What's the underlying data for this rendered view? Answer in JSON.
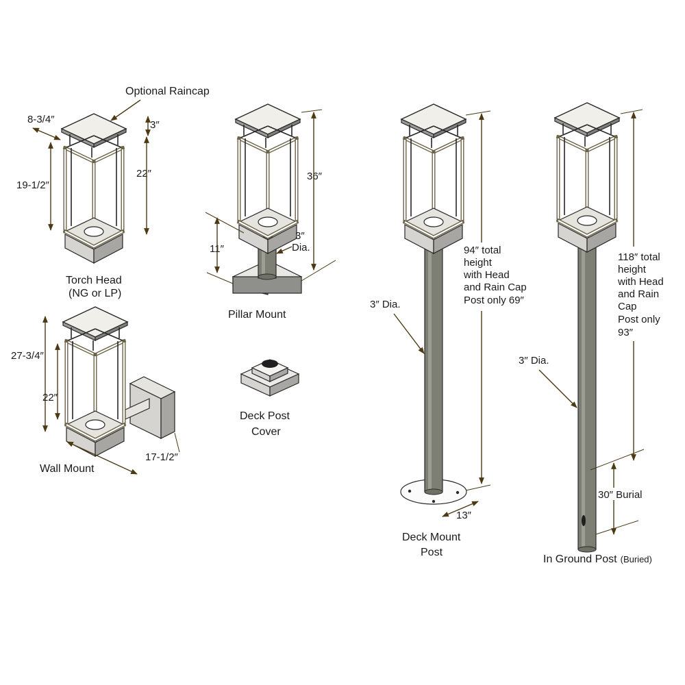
{
  "labels": {
    "optional_raincap": "Optional Raincap",
    "torch_head_line1": "Torch Head",
    "torch_head_line2": "(NG or LP)",
    "wall_mount": "Wall Mount",
    "pillar_mount": "Pillar Mount",
    "deck_post_cover_line1": "Deck Post",
    "deck_post_cover_line2": "Cover",
    "deck_mount_post_line1": "Deck Mount",
    "deck_mount_post_line2": "Post",
    "in_ground_post": "In Ground Post",
    "in_ground_post_suffix": "(Buried)"
  },
  "dimensions": {
    "torch_cap_width": "8-3/4″",
    "torch_cap_height": "3″",
    "torch_height_front": "19-1/2″",
    "torch_height_back": "22″",
    "wall_total_height": "27-3/4″",
    "wall_head_height": "22″",
    "wall_depth": "17-1/2″",
    "pillar_height": "36″",
    "pillar_post_height": "11″",
    "pillar_post_dia_line1": "3″",
    "pillar_post_dia_line2": "Dia.",
    "deck_post_dia": "3″ Dia.",
    "deck_total_lines": [
      "94″ total",
      "height",
      "with Head",
      "and Rain Cap",
      "Post only  69″"
    ],
    "deck_plate_width": "13″",
    "ground_total_lines": [
      "118″ total",
      "height",
      "with Head",
      "and Rain",
      "Cap",
      "Post only",
      "93″"
    ],
    "ground_post_dia": "3″ Dia.",
    "ground_burial": "30″ Burial"
  }
}
